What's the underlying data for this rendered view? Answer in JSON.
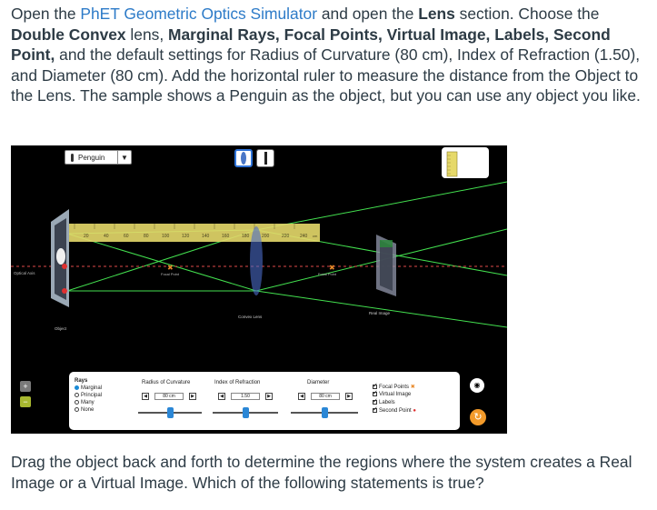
{
  "intro": {
    "t1": "Open the ",
    "link": "PhET Geometric Optics Simulator",
    "t2": " and open the ",
    "lens_section": "Lens",
    "t3": " section.  Choose the ",
    "double_convex": "Double Convex",
    "t4": " lens, ",
    "rays_opts": "Marginal Rays, Focal Points, Virtual Image, Labels, Second Point,",
    "t5": " and the default settings for Radius of Curvature (80 cm), Index of Refraction (1.50), and Diameter (80 cm).  Add the horizontal ruler to measure the distance from the Object to the Lens.  The sample shows a Penguin as the object, but you can use any object you like."
  },
  "question": "Drag the object back and forth to determine the regions where the system creates a Real Image or a Virtual Image. Which of the following statements is true?",
  "sim": {
    "object_select": {
      "value": "Penguin",
      "arrow": "▼"
    },
    "ruler": {
      "ticks": [
        "20",
        "40",
        "60",
        "80",
        "100",
        "120",
        "140",
        "160",
        "180",
        "200",
        "220",
        "240"
      ],
      "unit": "cm"
    },
    "labels": {
      "optical_axis": "Optical Axis",
      "focal_point_left": "Focal Point",
      "focal_point_right": "Focal Point",
      "convex_lens": "Convex Lens",
      "real_image": "Real Image",
      "object": "Object"
    },
    "controls": {
      "rays_title": "Rays",
      "rays": [
        "Marginal",
        "Principal",
        "Many",
        "None"
      ],
      "radius_title": "Radius of Curvature",
      "radius_value": "80 cm",
      "index_title": "Index of Refraction",
      "index_value": "1.50",
      "diameter_title": "Diameter",
      "diameter_value": "80 cm",
      "checkboxes": [
        "Focal Points",
        "Virtual Image",
        "Labels",
        "Second Point"
      ],
      "focal_marker": "✖",
      "second_marker": "●"
    },
    "zoom_in": "+",
    "zoom_out": "−",
    "eye_icon": "◉",
    "reset_icon": "↻",
    "colors": {
      "ray": "#43e04f",
      "ruler": "#e6d96a",
      "lens": "#4b6cc9",
      "accent": "#2b87d6",
      "reset": "#f29a2a"
    }
  }
}
